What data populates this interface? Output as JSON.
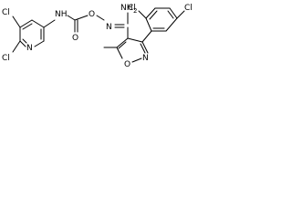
{
  "molecule": {
    "atoms": {
      "cl_pyridine_top": "Cl",
      "cl_pyridine_bottom": "Cl",
      "n_pyridine": "N",
      "nh_carbamate": "NH",
      "o_ether": "O",
      "o_carbonyl": "O",
      "n_oxime": "N",
      "nh2_amidine": "NH",
      "nh2_subscript": "2",
      "n_isoxazole": "N",
      "o_isoxazole": "O",
      "cl_phenyl_left": "Cl",
      "cl_phenyl_right": "Cl"
    }
  }
}
